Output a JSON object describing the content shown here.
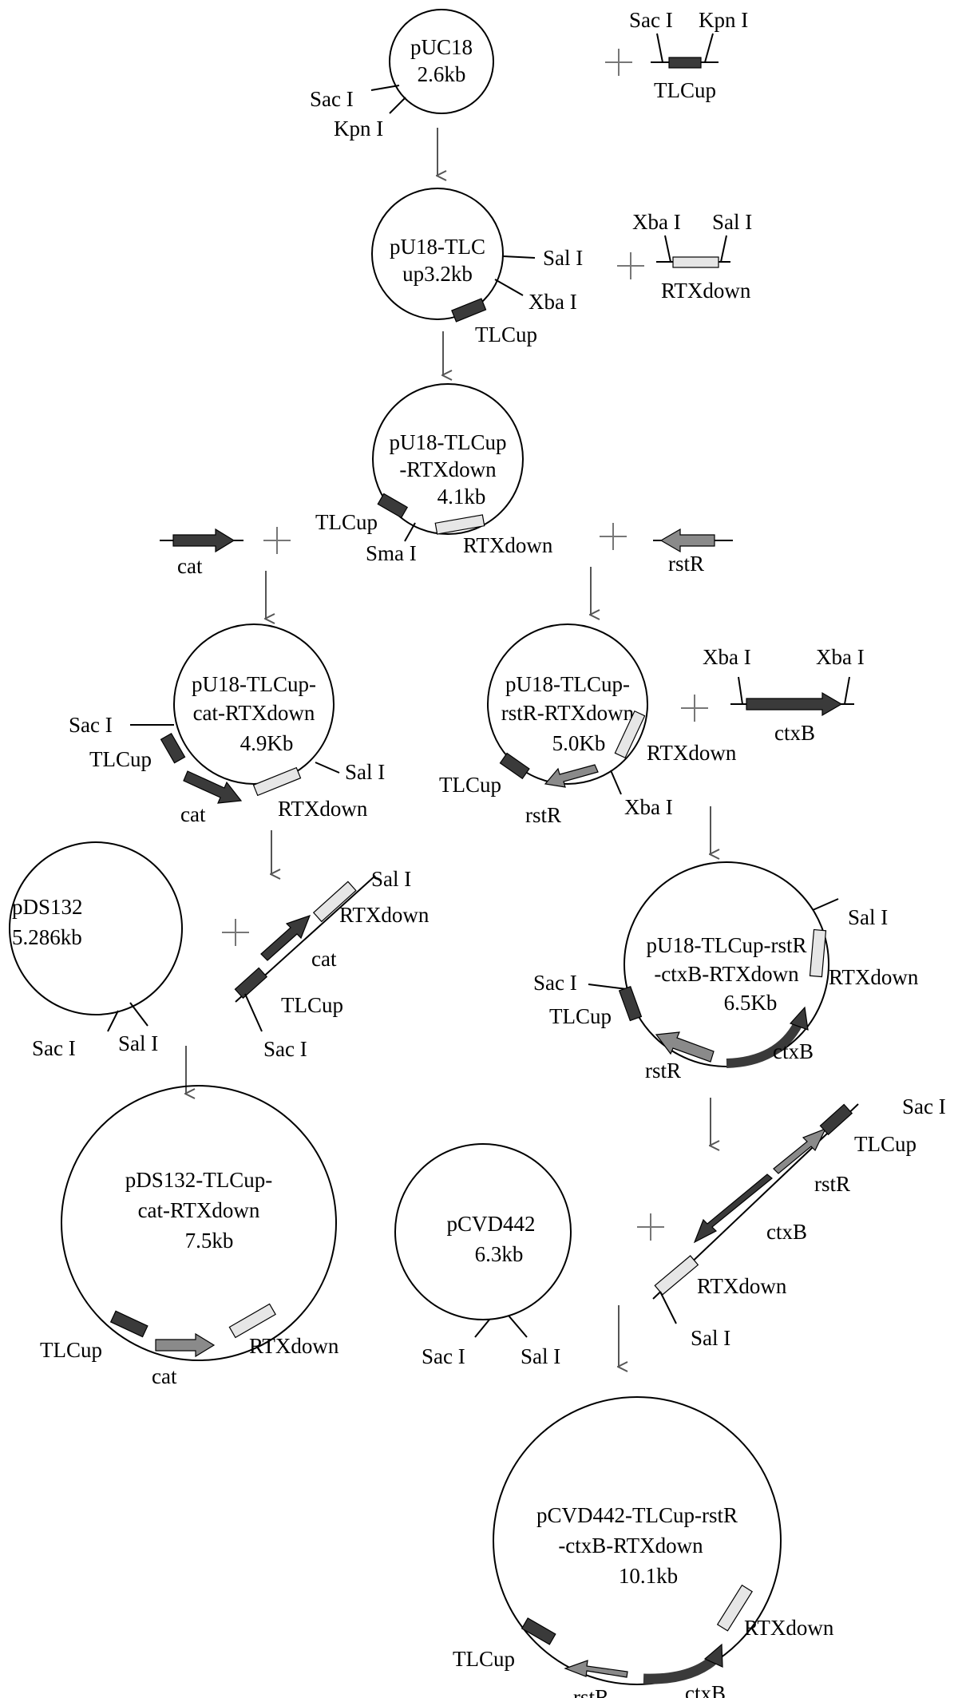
{
  "plasmids": {
    "puc18": {
      "name": "pUC18",
      "size": "2.6kb"
    },
    "pu18_tlcup": {
      "name": "pU18-TLC",
      "size": "up3.2kb"
    },
    "pu18_tlcup_rtx": {
      "name": "pU18-TLCup",
      "line2": "-RTXdown",
      "size": "4.1kb"
    },
    "pu18_cat": {
      "name": "pU18-TLCup-",
      "line2": "cat-RTXdown",
      "size": "4.9Kb"
    },
    "pu18_rstr": {
      "name": "pU18-TLCup-",
      "line2": "rstR-RTXdown",
      "size": "5.0Kb"
    },
    "pds132": {
      "name": "pDS132",
      "size": "5.286kb"
    },
    "pu18_ctxb": {
      "name": "pU18-TLCup-rstR",
      "line2": "-ctxB-RTXdown",
      "size": "6.5Kb"
    },
    "pds132_final": {
      "name": "pDS132-TLCup-",
      "line2": "cat-RTXdown",
      "size": "7.5kb"
    },
    "pcvd442": {
      "name": "pCVD442",
      "size": "6.3kb"
    },
    "pcvd442_final": {
      "name": "pCVD442-TLCup-rstR",
      "line2": "-ctxB-RTXdown",
      "size": "10.1kb"
    }
  },
  "sites": {
    "sac": "Sac I",
    "kpn": "Kpn I",
    "sal": "Sal I",
    "xba": "Xba I",
    "sma": "Sma I"
  },
  "genes": {
    "tlcup": "TLCup",
    "rtxdown": "RTXdown",
    "cat": "cat",
    "rstr": "rstR",
    "ctxb": "ctxB"
  },
  "colors": {
    "tlcup": "#3a3a3a",
    "cat": "#3a3a3a",
    "ctxb": "#3a3a3a",
    "rstr": "#8a8a8a",
    "rtxdown": "#e6e6e6",
    "arrow": "#555555"
  }
}
